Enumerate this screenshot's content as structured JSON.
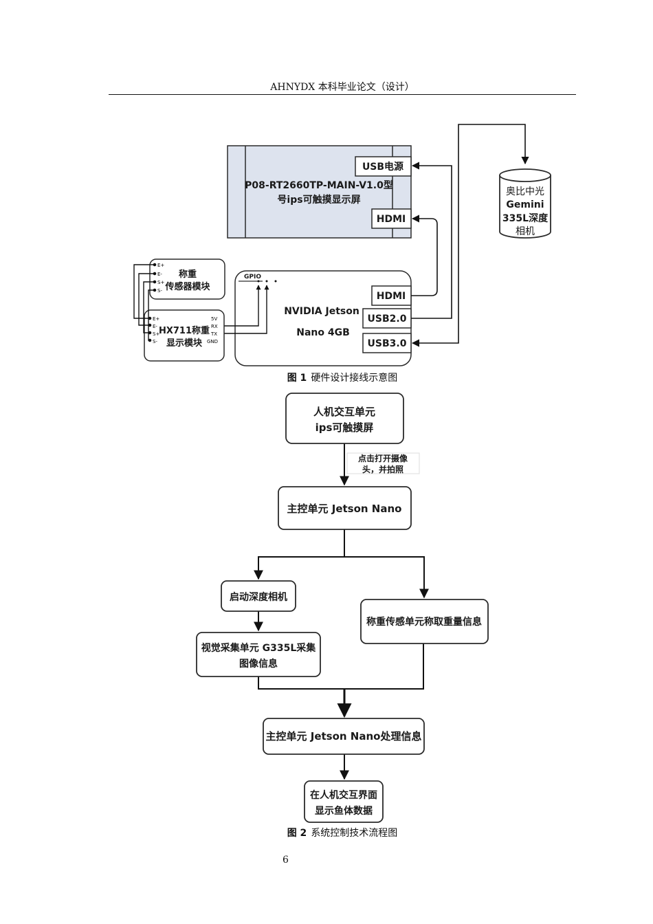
{
  "header": {
    "text": "AHNYDX 本科毕业论文（设计）"
  },
  "figure1": {
    "caption_num": "图 1",
    "caption_text": "硬件设计接线示意图",
    "display": {
      "title_line1": "P08-RT2660TP-MAIN-V1.0型",
      "title_line2": "号ips可触摸显示屏",
      "port_usb_power": "USB电源",
      "port_hdmi": "HDMI"
    },
    "camera": {
      "line1": "奥比中光",
      "line2": "Gemini",
      "line3": "335L深度",
      "line4": "相机"
    },
    "jetson": {
      "line1": "NVIDIA Jetson",
      "line2": "Nano 4GB",
      "gpio": "GPIO",
      "port_hdmi": "HDMI",
      "port_usb2": "USB2.0",
      "port_usb3": "USB3.0"
    },
    "sensor": {
      "line1": "称重",
      "line2": "传感器模块",
      "pins": [
        "E+",
        "E-",
        "S+",
        "S-"
      ]
    },
    "hx711": {
      "line1": "HX711称重",
      "line2": "显示模块",
      "pins_left": [
        "E+",
        "E-",
        "S+",
        "S-"
      ],
      "pins_right": [
        "5V",
        "RX",
        "TX",
        "GND"
      ]
    }
  },
  "figure2": {
    "caption_num": "图 2",
    "caption_text": "系统控制技术流程图",
    "hmi": {
      "line1": "人机交互单元",
      "line2": "ips可触摸屏"
    },
    "note": {
      "line1": "点击打开摄像",
      "line2": "头，并拍照"
    },
    "main1": "主控单元 Jetson Nano",
    "start_camera": "启动深度相机",
    "vision": {
      "line1": "视觉采集单元 G335L采集",
      "line2": "图像信息"
    },
    "weigh": "称重传感单元称取重量信息",
    "main2": "主控单元 Jetson Nano处理信息",
    "display": {
      "line1": "在人机交互界面",
      "line2": "显示鱼体数据"
    }
  },
  "page_number": "6"
}
